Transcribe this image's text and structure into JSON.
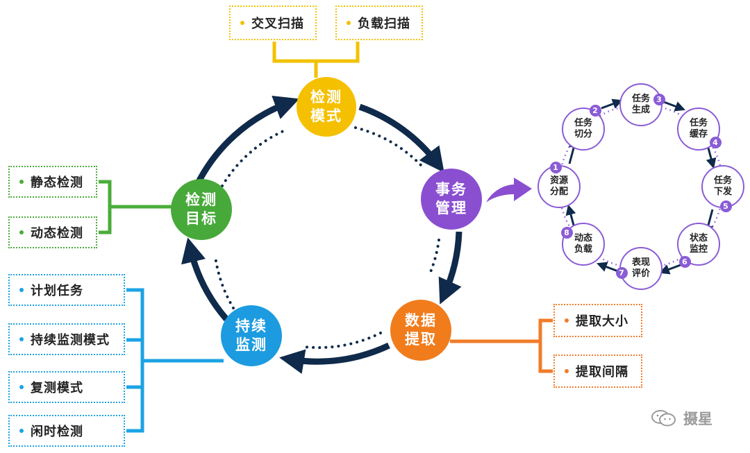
{
  "top_options": [
    "交叉扫描",
    "负载扫描"
  ],
  "left_options": [
    "静态检测",
    "动态检测"
  ],
  "bottom_left_options": [
    "计划任务",
    "持续监测模式",
    "复测模式",
    "闲时检测"
  ],
  "right_options": [
    "提取大小",
    "提取间隔"
  ],
  "main_nodes": {
    "detect_mode": {
      "line1": "检测",
      "line2": "模式",
      "color": "#f5c000"
    },
    "transaction_mgmt": {
      "line1": "事务",
      "line2": "管理",
      "color": "#8a4fd0"
    },
    "data_extract": {
      "line1": "数据",
      "line2": "提取",
      "color": "#f07c1c"
    },
    "continuous_monitor": {
      "line1": "持续",
      "line2": "监测",
      "color": "#1c9be0"
    },
    "detect_target": {
      "line1": "检测",
      "line2": "目标",
      "color": "#47a93a"
    }
  },
  "sub_cycle": [
    {
      "num": "1",
      "line1": "资源",
      "line2": "分配"
    },
    {
      "num": "2",
      "line1": "任务",
      "line2": "切分"
    },
    {
      "num": "3",
      "line1": "任务",
      "line2": "生成"
    },
    {
      "num": "4",
      "line1": "任务",
      "line2": "缓存"
    },
    {
      "num": "5",
      "line1": "任务",
      "line2": "下发"
    },
    {
      "num": "6",
      "line1": "状态",
      "line2": "监控"
    },
    {
      "num": "7",
      "line1": "表现",
      "line2": "评价"
    },
    {
      "num": "8",
      "line1": "动态",
      "line2": "负载"
    }
  ],
  "watermark": "摄星",
  "colors": {
    "arrow": "#0f2a4a",
    "sub_purple": "#8a5cd6"
  }
}
